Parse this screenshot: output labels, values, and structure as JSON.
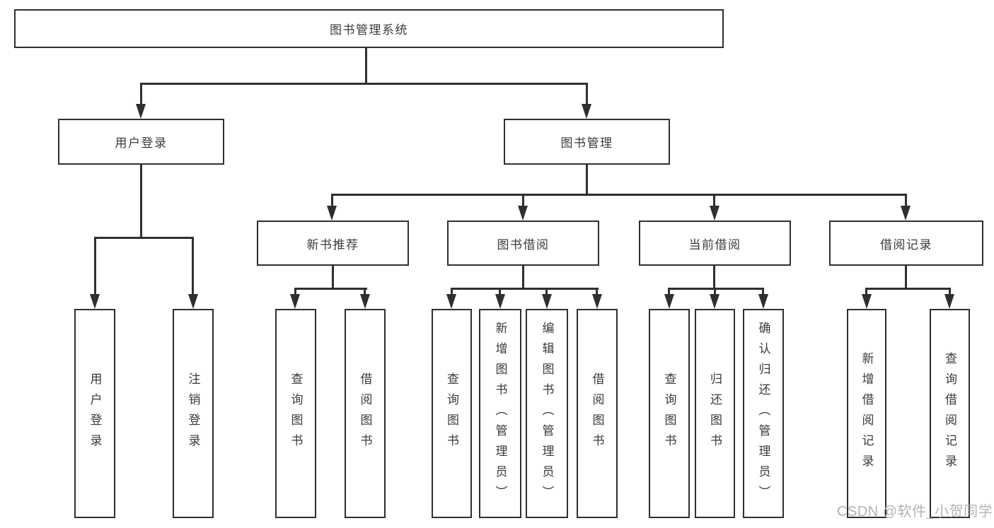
{
  "diagram": {
    "title": "图书管理系统",
    "level1": {
      "user_login": "用户登录",
      "book_mgmt": "图书管理"
    },
    "level2": {
      "new_books": "新书推荐",
      "book_borrow": "图书借阅",
      "current_borrow": "当前借阅",
      "borrow_records": "借阅记录"
    },
    "leaves": {
      "user_login_leaf": "用户登录",
      "logout": "注销登录",
      "query_book_a": "查询图书",
      "borrow_book_a": "借阅图书",
      "query_book_b": "查询图书",
      "add_book_admin": "新增图书（管理员）",
      "edit_book_admin": "编辑图书（管理员）",
      "borrow_book_b": "借阅图书",
      "query_book_c": "查询图书",
      "return_book": "归还图书",
      "confirm_return_admin": "确认归还（管理员）",
      "add_borrow_record": "新增借阅记录",
      "query_borrow_record": "查询借阅记录"
    }
  },
  "watermark": "CSDN @软件_小贺同学",
  "colors": {
    "line": "#2f2f2f",
    "text": "#3a3a3a",
    "watermark": "#b3b3b3",
    "background": "#ffffff"
  }
}
